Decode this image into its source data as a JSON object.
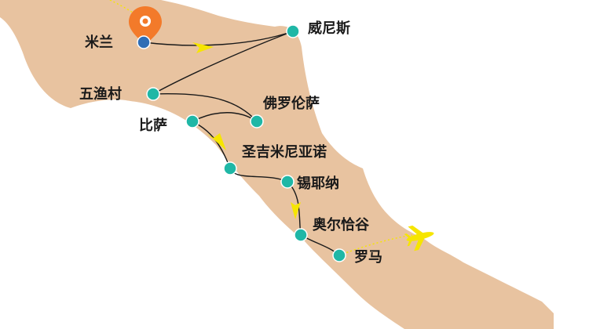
{
  "map": {
    "colors": {
      "land": "#e8c3a0",
      "route": "#1a1a1a",
      "stop": "#1fb7a6",
      "start_stop": "#2f6db5",
      "pin": "#f37a2a",
      "arrow": "#f6e500",
      "plane": "#f6e500"
    },
    "cities": {
      "milan": "米兰",
      "venice": "威尼斯",
      "cinque_terre": "五渔村",
      "florence": "佛罗伦萨",
      "pisa": "比萨",
      "san_gimignano": "圣吉米尼亚诺",
      "siena": "锡耶纳",
      "orvieto": "奥尔恰谷",
      "rome": "罗马"
    },
    "icons": {
      "start_marker": "location-pin-icon",
      "arrival": "airplane-icon",
      "direction": "arrow-icon"
    }
  }
}
